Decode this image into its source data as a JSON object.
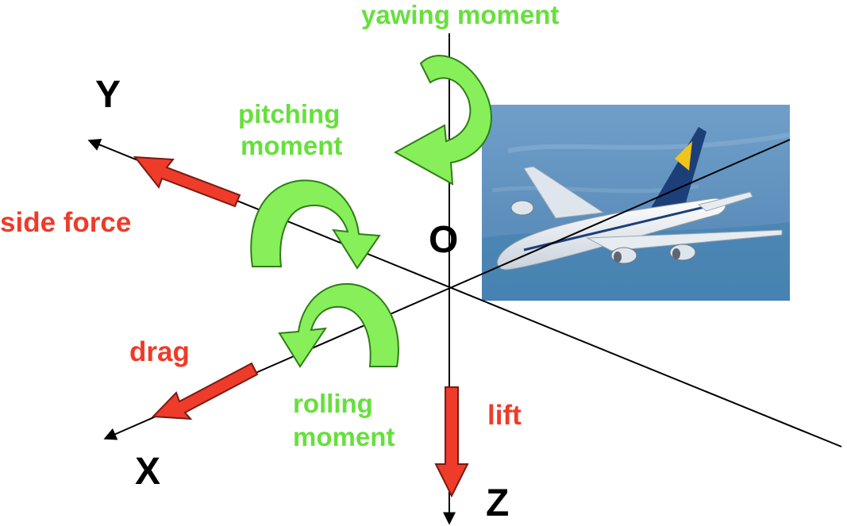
{
  "labels": {
    "axis_x": "X",
    "axis_y": "Y",
    "axis_z": "Z",
    "origin": "O",
    "side_force": "side force",
    "drag": "drag",
    "lift": "lift",
    "yawing_moment": "yawing moment",
    "pitching_moment_line1": "pitching",
    "pitching_moment_line2": "moment",
    "rolling_moment_line1": "rolling",
    "rolling_moment_line2": "moment"
  },
  "colors": {
    "force": "#ee3b2a",
    "moment": "#66e03c",
    "moment_fill": "#86ef5a",
    "moment_stroke": "#2f7d17",
    "axis": "#000000"
  },
  "icons": {
    "aircraft": "airliner-photo-icon",
    "curved_arrow": "curved-arrow-icon"
  }
}
